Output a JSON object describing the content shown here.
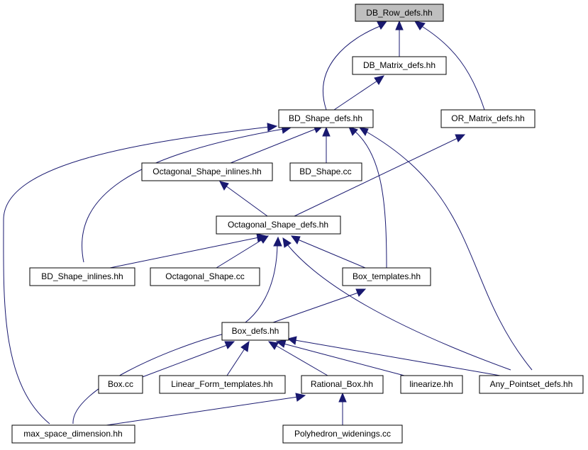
{
  "diagram": {
    "colors": {
      "edge": "#191970",
      "root_fill": "#bfbfbf",
      "node_fill": "#ffffff",
      "border": "#000000"
    },
    "nodes": {
      "db_row_defs": "DB_Row_defs.hh",
      "db_matrix_defs": "DB_Matrix_defs.hh",
      "bd_shape_defs": "BD_Shape_defs.hh",
      "or_matrix_defs": "OR_Matrix_defs.hh",
      "octagonal_shape_inlines": "Octagonal_Shape_inlines.hh",
      "bd_shape_cc": "BD_Shape.cc",
      "octagonal_shape_defs": "Octagonal_Shape_defs.hh",
      "bd_shape_inlines": "BD_Shape_inlines.hh",
      "octagonal_shape_cc": "Octagonal_Shape.cc",
      "box_templates": "Box_templates.hh",
      "box_defs": "Box_defs.hh",
      "box_cc": "Box.cc",
      "linear_form_templates": "Linear_Form_templates.hh",
      "rational_box": "Rational_Box.hh",
      "linearize": "linearize.hh",
      "any_pointset_defs": "Any_Pointset_defs.hh",
      "max_space_dimension": "max_space_dimension.hh",
      "polyhedron_widenings": "Polyhedron_widenings.cc"
    }
  }
}
